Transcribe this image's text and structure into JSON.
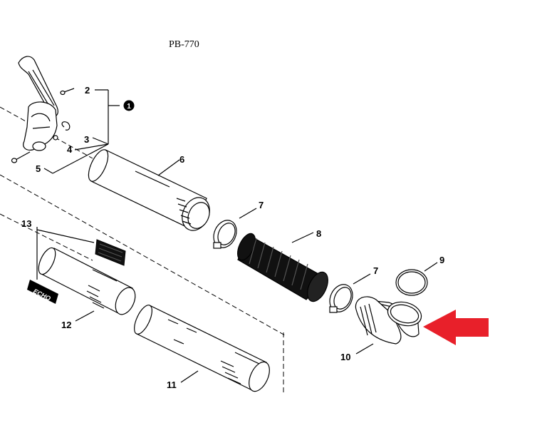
{
  "model": "PB-770",
  "callouts": {
    "c1": "1",
    "c2": "2",
    "c3": "3",
    "c4": "4",
    "c5": "5",
    "c6": "6",
    "c7a": "7",
    "c7b": "7",
    "c8": "8",
    "c9": "9",
    "c10": "10",
    "c11": "11",
    "c12": "12",
    "c13": "13"
  },
  "logo_label": "ECHO",
  "colors": {
    "line": "#000000",
    "arrow": "#e8202a",
    "background": "#ffffff"
  },
  "icons": {
    "pointer": "red-arrow-left-icon"
  }
}
